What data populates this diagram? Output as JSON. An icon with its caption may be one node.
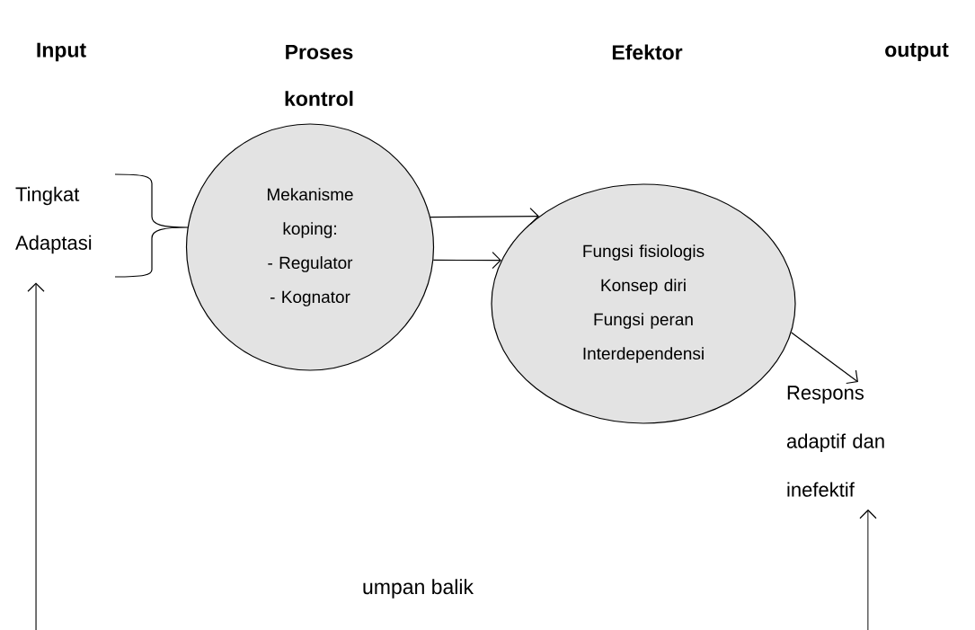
{
  "diagram": {
    "nodes": [
      {
        "text": [
          "Tingkat Adaptasi"
        ]
      },
      {
        "text": [
          "Mekanisme koping:",
          "- Regulator",
          "- Kognator"
        ]
      },
      {
        "text": [
          "Fungsi fisiologis",
          "Konsep diri",
          "Fungsi peran",
          "Interdependensi"
        ]
      },
      {
        "text": [
          "Respons adaptif dan inefektif"
        ]
      }
    ],
    "edges": [
      {
        "from": 1,
        "to": 2,
        "arrow": "to"
      },
      {
        "from": 1,
        "to": 2,
        "arrow": "to"
      },
      {
        "from": 2,
        "to": 3,
        "arrow": "to"
      },
      {
        "from": null,
        "to": 0,
        "arrow": "to"
      },
      {
        "from": null,
        "to": 3,
        "arrow": "to"
      }
    ],
    "labels": [
      "Input",
      "Proses kontrol",
      "Efektor",
      "output",
      "umpan balik"
    ]
  }
}
